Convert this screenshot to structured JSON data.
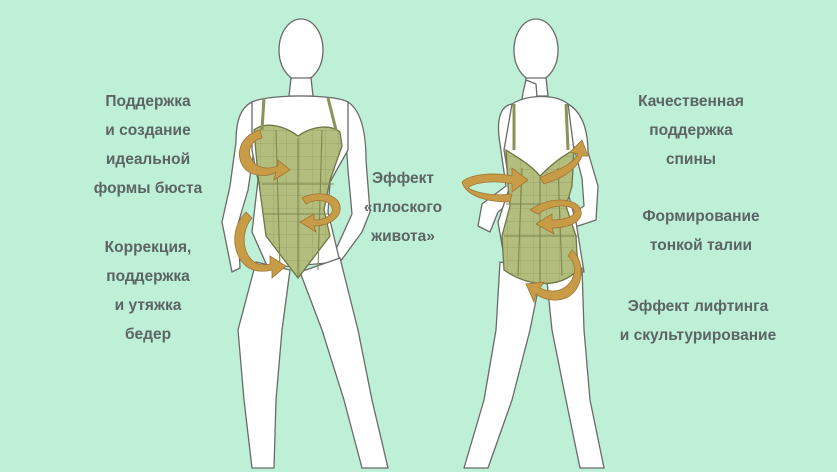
{
  "colors": {
    "background": "#bdf0d6",
    "body_fill": "#ffffff",
    "outline": "#6a6a6a",
    "garment": "#b3bd7e",
    "garment_seam": "#7e8850",
    "arrow": "#c89b46",
    "text": "#5d6464"
  },
  "labels": {
    "bust": [
      "Поддержка",
      "и создание",
      "идеальной",
      "формы бюста"
    ],
    "hips": [
      "Коррекция,",
      "поддержка",
      "и утяжка",
      "бедер"
    ],
    "belly": [
      "Эффект",
      "«плоского",
      "живота»"
    ],
    "back": [
      "Качественная",
      "поддержка",
      "спины"
    ],
    "waist": [
      "Формирование",
      "тонкой талии"
    ],
    "lifting": [
      "Эффект лифтинга",
      "и скультурирование"
    ]
  }
}
